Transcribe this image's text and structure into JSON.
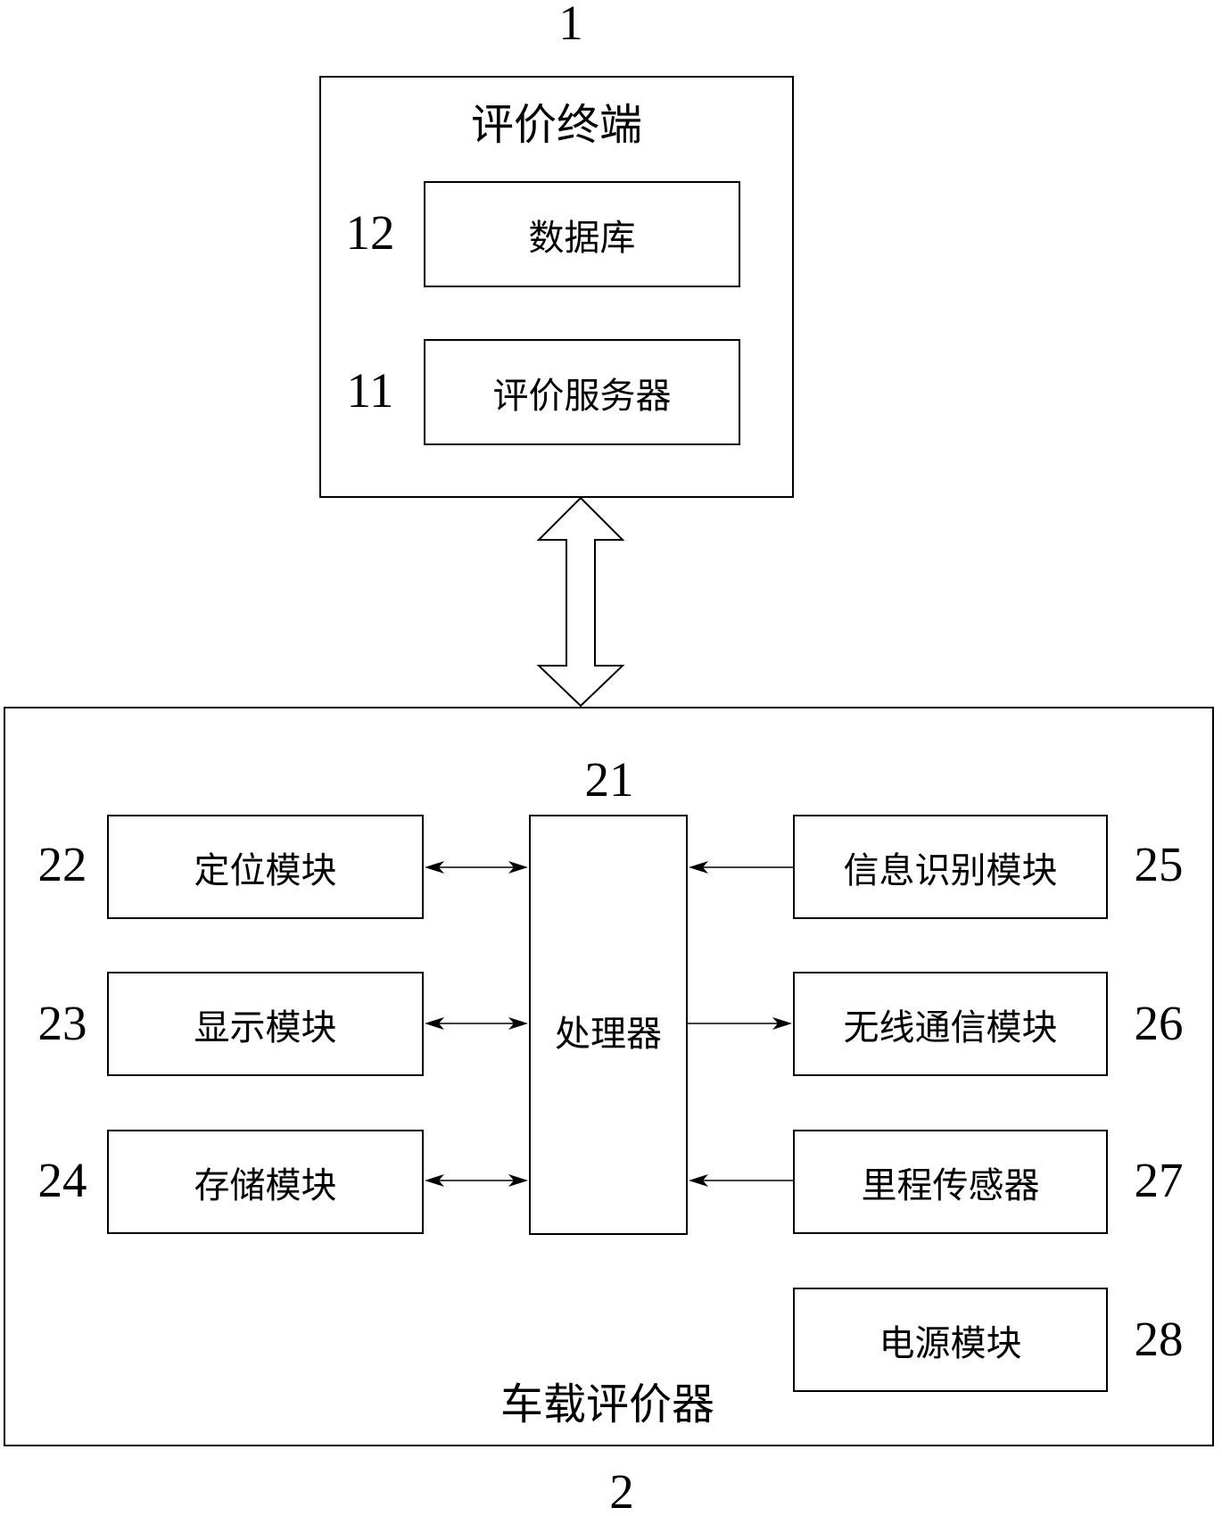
{
  "colors": {
    "line": "#000000",
    "background": "#ffffff"
  },
  "terminal": {
    "ref": "1",
    "title": "评价终端",
    "modules": [
      {
        "ref": "12",
        "label": "数据库"
      },
      {
        "ref": "11",
        "label": "评价服务器"
      }
    ]
  },
  "vehicle_evaluator": {
    "ref": "2",
    "title": "车载评价器",
    "processor": {
      "ref": "21",
      "label": "处理器"
    },
    "left_modules": [
      {
        "ref": "22",
        "label": "定位模块"
      },
      {
        "ref": "23",
        "label": "显示模块"
      },
      {
        "ref": "24",
        "label": "存储模块"
      }
    ],
    "right_modules": [
      {
        "ref": "25",
        "label": "信息识别模块"
      },
      {
        "ref": "26",
        "label": "无线通信模块"
      },
      {
        "ref": "27",
        "label": "里程传感器"
      },
      {
        "ref": "28",
        "label": "电源模块"
      }
    ]
  }
}
